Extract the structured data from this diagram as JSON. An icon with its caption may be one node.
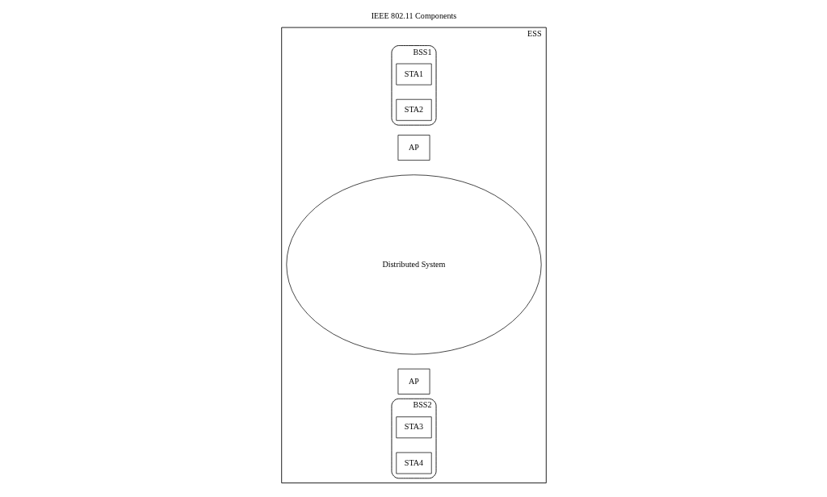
{
  "diagram": {
    "title": "IEEE 802.11 Components",
    "nodes": [
      {
        "text": [
          "ESS"
        ]
      },
      {
        "text": [
          "BSS1"
        ],
        "in": 0
      },
      {
        "text": [
          "STA1"
        ],
        "in": 1
      },
      {
        "text": [
          "STA2"
        ],
        "in": 1
      },
      {
        "text": [
          "AP"
        ],
        "in": 0
      },
      {
        "text": [
          "Distributed System"
        ],
        "in": 0
      },
      {
        "text": [
          "AP"
        ],
        "in": 0
      },
      {
        "text": [
          "BSS2"
        ],
        "in": 0
      },
      {
        "text": [
          "STA3"
        ],
        "in": 7
      },
      {
        "text": [
          "STA4"
        ],
        "in": 7
      }
    ],
    "edges": []
  }
}
